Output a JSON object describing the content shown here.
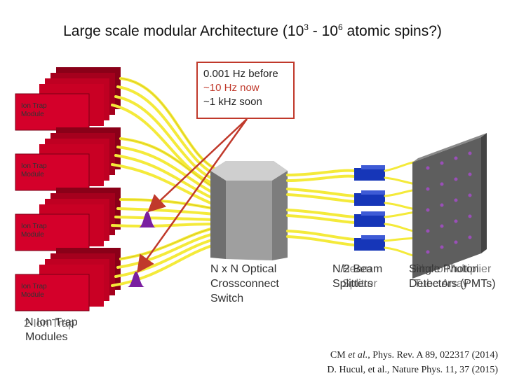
{
  "title": {
    "prefix": "Large scale modular Architecture (10",
    "exp1": "3",
    "middle": " - 10",
    "exp2": "6",
    "suffix": " atomic spins?)"
  },
  "callout": {
    "line1": "0.001 Hz before",
    "line2": "~10 Hz now",
    "line3": "~1 kHz soon"
  },
  "modules": [
    {
      "label": "Ion Trap Module"
    },
    {
      "label": "Ion Trap Module"
    },
    {
      "label": "Ion Trap Module"
    },
    {
      "label": "Ion Trap Module"
    }
  ],
  "labels": {
    "switch": "N x N Optical Crossconnect Switch",
    "splitters_a": "N/2 Beam",
    "splitters_b": "Splitters",
    "splitters_over": "Beam Splitter",
    "detector_a": "Single Photon",
    "detector_b": "Detectors (PMTs)",
    "detector_over": "Photo Multiplier Tube Array",
    "modules_count": "N Ion Trap",
    "modules_count_over": "2 Ion Trap",
    "modules_word": "Modules"
  },
  "refs": {
    "line1_authors": "CM ",
    "line1_etal": "et al.",
    "line1_rest": ", Phys. Rev. A 89, 022317 (2014)",
    "line2": "D. Hucul, et al., Nature Phys. 11, 37 (2015)"
  },
  "colors": {
    "module_red": "#d4002a",
    "fiber_yellow": "#f4ea3a",
    "switch_gray": "#9a9a9a",
    "splitter_blue": "#1636b8",
    "arrow_red": "#c0392b",
    "pulse_purple": "#7a1fa0"
  }
}
